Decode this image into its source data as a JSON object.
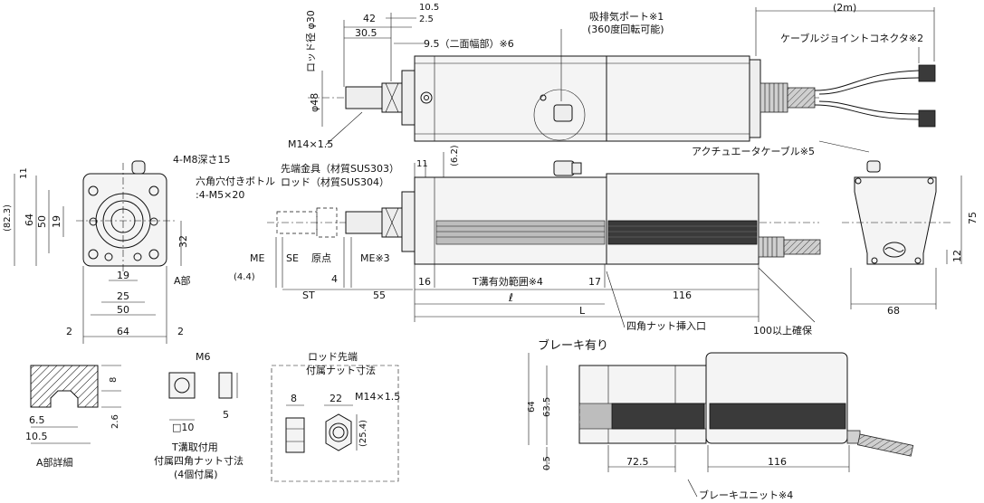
{
  "labels": {
    "top_2m": "(2m)",
    "d42": "42",
    "d10_5": "10.5",
    "d2_5": "2.5",
    "d30_5": "30.5",
    "rod_dia": "ロッド径 φ30",
    "width_flats": "9.5（二面幅部）※6",
    "exhaust_port": "吸排気ポート※1",
    "exhaust_port_sub": "(360度回転可能)",
    "cable_joint": "ケーブルジョイントコネクタ※2",
    "phi48": "φ48",
    "m14_top": "M14×1.5",
    "actuator_cable": "アクチュエータケーブル※5",
    "m8": "4-M8深さ15",
    "hex_bolt_1": "六角穴付きボトル",
    "hex_bolt_2": ":4-M5×20",
    "d11_side": "11",
    "d82_3": "(82.3)",
    "d64_side": "64",
    "d50_side": "50",
    "d19_side": "19",
    "d32_side": "32",
    "d19_bot": "19",
    "d25_bot": "25",
    "d50_bot": "50",
    "d64_bot": "64",
    "d2_left": "2",
    "d2_right": "2",
    "part_a": "A部",
    "tip_metal": "先端金具（材質SUS303）",
    "rod_mat": "ロッド（材質SUS304）",
    "d11_mid": "11",
    "d6_2": "(6.2)",
    "me_left": "ME",
    "se": "SE",
    "origin": "原点",
    "me3": "ME※3",
    "d4_4": "(4.4)",
    "d4": "4",
    "st": "ST",
    "d55": "55",
    "d16": "16",
    "t_slot_range": "T溝有効範囲※4",
    "d17": "17",
    "d116_top": "116",
    "ell": "ℓ",
    "big_l": "L",
    "nut_inlet": "四角ナット挿入口",
    "clearance": "100以上確保",
    "d75": "75",
    "d12": "12",
    "d68": "68",
    "brake_title": "ブレーキ有り",
    "d64_brake": "64",
    "d63_5": "63.5",
    "d0_5": "0.5",
    "d72_5": "72.5",
    "d116_brake": "116",
    "brake_unit": "ブレーキユニット※4",
    "detail_a": "A部詳細",
    "d8_a": "8",
    "d2_6": "2.6",
    "d6_5": "6.5",
    "d10_5_a": "10.5",
    "m6": "M6",
    "sq10": "□10",
    "d5": "5",
    "tslot_1": "T溝取付用",
    "tslot_2": "付属四角ナット寸法",
    "tslot_3": "(4個付属)",
    "rodtip_1": "ロッド先端",
    "rodtip_2": "付属ナット寸法",
    "d8_nut": "8",
    "d22": "22",
    "m14_nut": "M14×1.5",
    "d25_4": "(25.4)"
  }
}
